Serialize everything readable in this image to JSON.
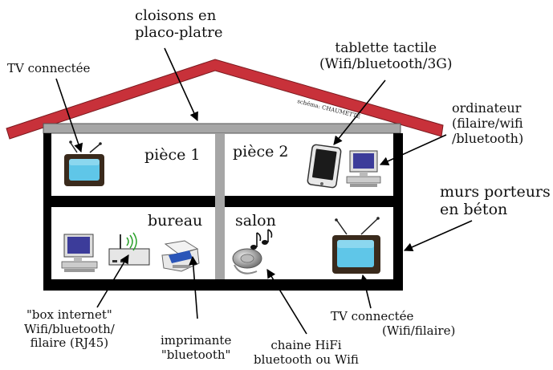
{
  "rooms": {
    "piece1": "pièce 1",
    "piece2": "pièce 2",
    "bureau": "bureau",
    "salon": "salon"
  },
  "annotations": {
    "cloisons": [
      "cloisons en",
      "placo-platre"
    ],
    "tv_top": "TV connectée",
    "tablette": [
      "tablette tactile",
      "(Wifi/bluetooth/3G)"
    ],
    "ordinateur": [
      "ordinateur",
      "(filaire/wifi",
      "/bluetooth)"
    ],
    "murs": [
      "murs porteurs",
      "en béton"
    ],
    "box": [
      "\"box internet\"",
      "Wifi/bluetooth/",
      "filaire (RJ45)"
    ],
    "imprimante": [
      "imprimante",
      "\"bluetooth\""
    ],
    "chaine": [
      "chaine HiFi",
      "bluetooth ou Wifi"
    ],
    "tv_bottom": [
      "TV connectée",
      "(Wifi/filaire)"
    ]
  },
  "credit": "schéma: CHAUMETTE",
  "colors": {
    "roof": "#c8313a",
    "walls": "#000000",
    "partition": "#a6a6a6",
    "tv_screen": "#5fc6e8",
    "tv_body": "#3a2a1c",
    "monitor": "#3c3c9a",
    "printer_blue": "#2a55b8"
  }
}
